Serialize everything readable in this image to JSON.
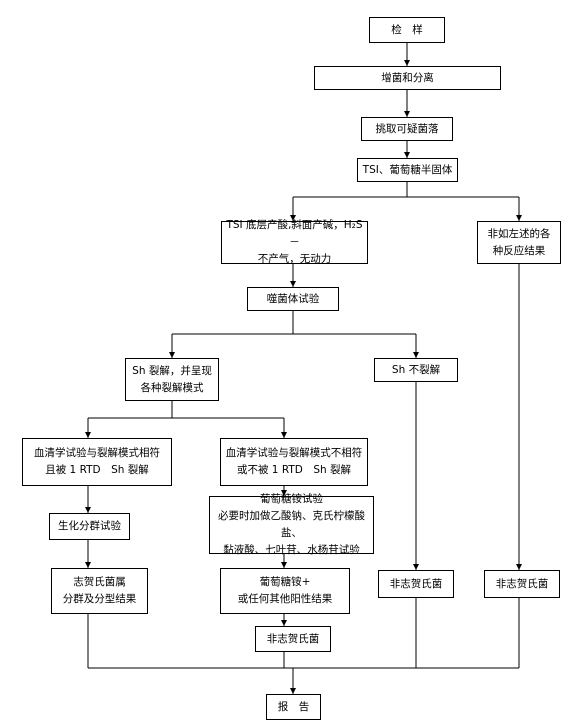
{
  "nodes": {
    "sample": "检　样",
    "enrich": "增菌和分离",
    "pick": "挑取可疑菌落",
    "tsi": "TSI、葡萄糖半固体",
    "tsi_result": "TSI 底层产酸,斜面产碱，H₂S－\n不产气，无动力",
    "other_reactions": "非如左述的各\n种反应结果",
    "phage_test": "噬菌体试验",
    "sh_lysis": "Sh 裂解，并呈现\n各种裂解模式",
    "sh_no_lysis": "Sh 不裂解",
    "serology_match": "血清学试验与裂解模式相符\n且被 1 RTD　Sh 裂解",
    "serology_mismatch": "血清学试验与裂解模式不相符\n或不被 1 RTD　Sh 裂解",
    "biochem": "生化分群试验",
    "glucose_ammonium": "葡萄糖铵试验\n必要时加做乙酸钠、克氏柠檬酸盐、\n黏液酸、七叶苷、水杨苷试验",
    "shigella_result": "志贺氏菌属\n分群及分型结果",
    "glucose_positive": "葡萄糖铵+\n或任何其他阳性结果",
    "non_shigella_1": "非志贺氏菌",
    "non_shigella_2": "非志贺氏菌",
    "non_shigella_3": "非志贺氏菌",
    "report": "报　告"
  }
}
